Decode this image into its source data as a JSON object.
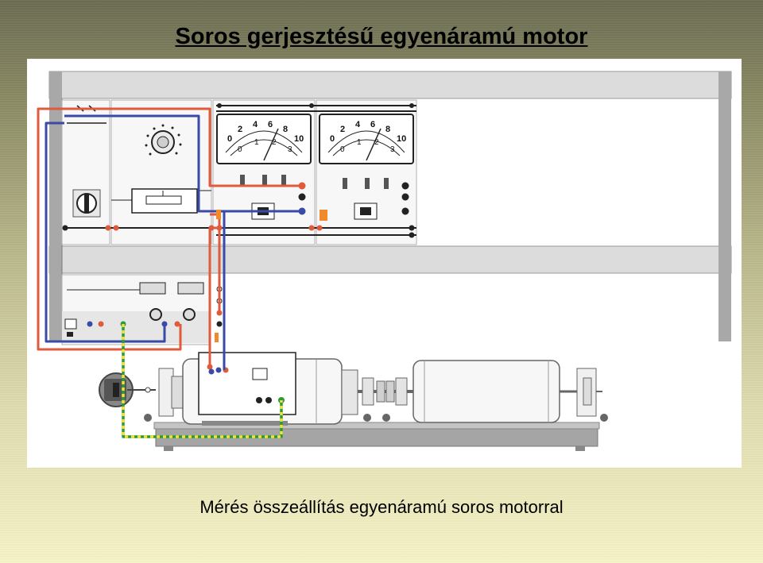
{
  "slide": {
    "title": "Soros gerjesztésű egyenáramú motor",
    "caption": "Mérés összeállítás egyenáramú soros motorral"
  },
  "meters": {
    "left_scale_top": [
      "0",
      "2",
      "4",
      "6",
      "8",
      "10"
    ],
    "left_scale_bottom": [
      "0",
      "1",
      "2",
      "3"
    ],
    "right_scale_top": [
      "0",
      "2",
      "4",
      "6",
      "8",
      "10"
    ],
    "right_scale_bottom": [
      "0",
      "1",
      "2",
      "3"
    ]
  },
  "colors": {
    "wire_red": "#e05a3c",
    "wire_blue": "#3a4aa8",
    "wire_earth_green": "#2e9a3a",
    "wire_earth_yellow": "#f0e23c",
    "panel_gray": "#dcdcdc",
    "frame_gray": "#9a9a9a"
  }
}
